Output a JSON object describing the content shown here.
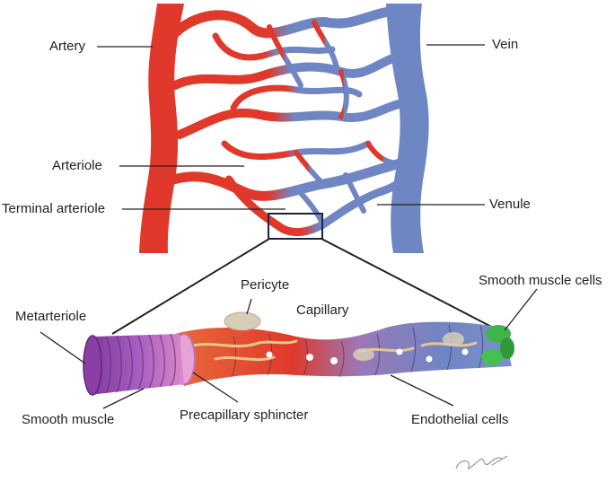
{
  "colors": {
    "artery": "#e0392b",
    "vein": "#6f86c4",
    "muscle": "#9b4bb5",
    "pericyte": "#d8cdb8",
    "endothelial": "#e7d6b0",
    "smooth_muscle_cells": "#3fb44a",
    "line": "#222222"
  },
  "labels": {
    "artery": "Artery",
    "vein": "Vein",
    "arteriole": "Arteriole",
    "terminal_arteriole": "Terminal arteriole",
    "venule": "Venule",
    "pericyte": "Pericyte",
    "capillary": "Capillary",
    "smooth_muscle_cells": "Smooth muscle cells",
    "metarteriole": "Metarteriole",
    "smooth_muscle": "Smooth muscle",
    "precapillary_sphincter": "Precapillary sphincter",
    "endothelial_cells": "Endothelial cells"
  }
}
